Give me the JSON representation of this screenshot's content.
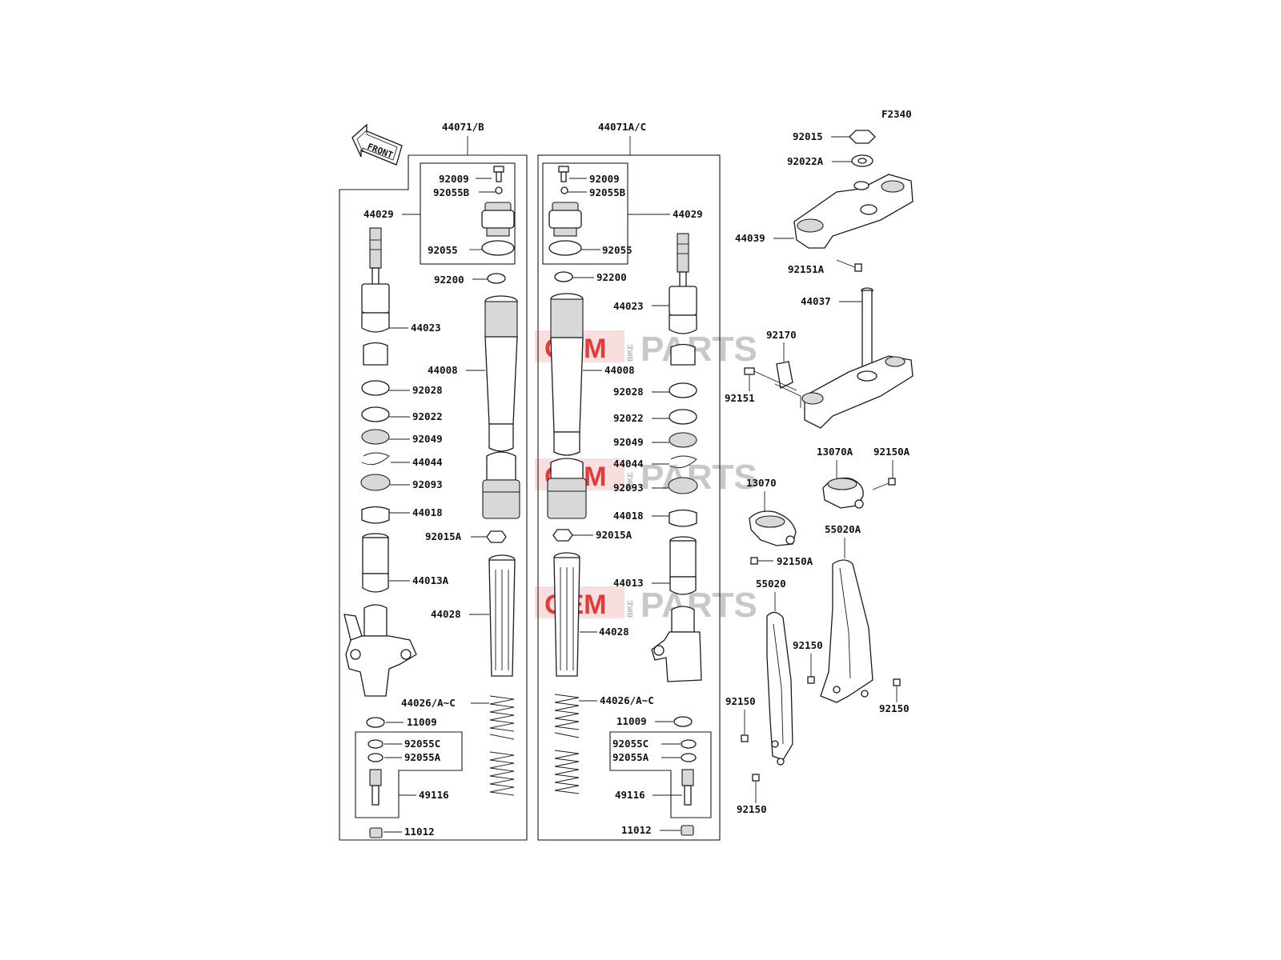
{
  "figure_code": "F2340",
  "front_label": "FRONT",
  "watermark": {
    "oem": "OEM",
    "bike": "BIKE",
    "parts": "PARTS"
  },
  "assemblies": {
    "left": "44071/B",
    "right": "44071A/C"
  },
  "labels": {
    "l_92009": "92009",
    "l_92055B": "92055B",
    "l_44029": "44029",
    "l_92055": "92055",
    "l_92200": "92200",
    "l_44023": "44023",
    "l_44008": "44008",
    "l_92028": "92028",
    "l_92022": "92022",
    "l_92049": "92049",
    "l_44044": "44044",
    "l_92093": "92093",
    "l_44018": "44018",
    "l_92015A": "92015A",
    "l_44013A": "44013A",
    "l_44028": "44028",
    "l_44026": "44026/A~C",
    "l_11009": "11009",
    "l_92055C": "92055C",
    "l_92055A": "92055A",
    "l_49116": "49116",
    "l_11012": "11012",
    "r_92009": "92009",
    "r_92055B": "92055B",
    "r_44029": "44029",
    "r_92055": "92055",
    "r_92200": "92200",
    "r_44023": "44023",
    "r_44008": "44008",
    "r_92028": "92028",
    "r_92022": "92022",
    "r_92049": "92049",
    "r_44044": "44044",
    "r_92093": "92093",
    "r_44018": "44018",
    "r_92015A": "92015A",
    "r_44013": "44013",
    "r_44028": "44028",
    "r_44026": "44026/A~C",
    "r_11009": "11009",
    "r_92055C": "92055C",
    "r_92055A": "92055A",
    "r_49116": "49116",
    "r_11012": "11012",
    "s_92015": "92015",
    "s_92022A": "92022A",
    "s_44039": "44039",
    "s_92151A": "92151A",
    "s_44037": "44037",
    "s_92170": "92170",
    "s_92151": "92151",
    "g_13070A": "13070A",
    "g_92150A_top": "92150A",
    "g_13070": "13070",
    "g_92150A": "92150A",
    "g_55020A": "55020A",
    "g_55020": "55020",
    "g_92150_a": "92150",
    "g_92150_b": "92150",
    "g_92150_c": "92150",
    "g_92150_d": "92150"
  }
}
